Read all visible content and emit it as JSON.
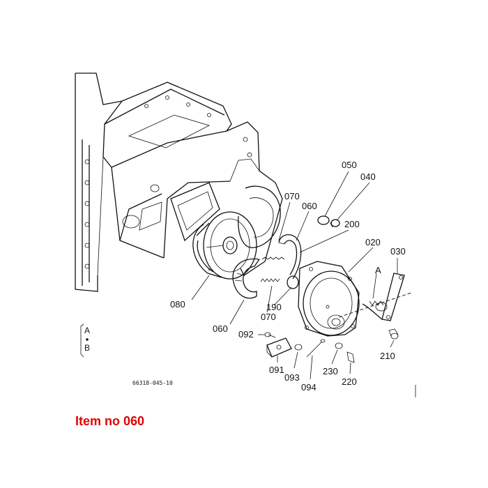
{
  "labels": {
    "p050": "050",
    "p040": "040",
    "p070a": "070",
    "p060a": "060",
    "p200": "200",
    "p020": "020",
    "p030": "030",
    "pA": "A",
    "p080": "080",
    "p190": "190",
    "p070b": "070",
    "p060b": "060",
    "p092": "092",
    "p210": "210",
    "p091": "091",
    "p093": "093",
    "p094": "094",
    "p230": "230",
    "p220": "220"
  },
  "legend": {
    "a": "A",
    "b": "B"
  },
  "figure_code": "66318-045-10",
  "caption": "Item no 060",
  "colors": {
    "caption": "#e00000",
    "ink": "#111111"
  }
}
